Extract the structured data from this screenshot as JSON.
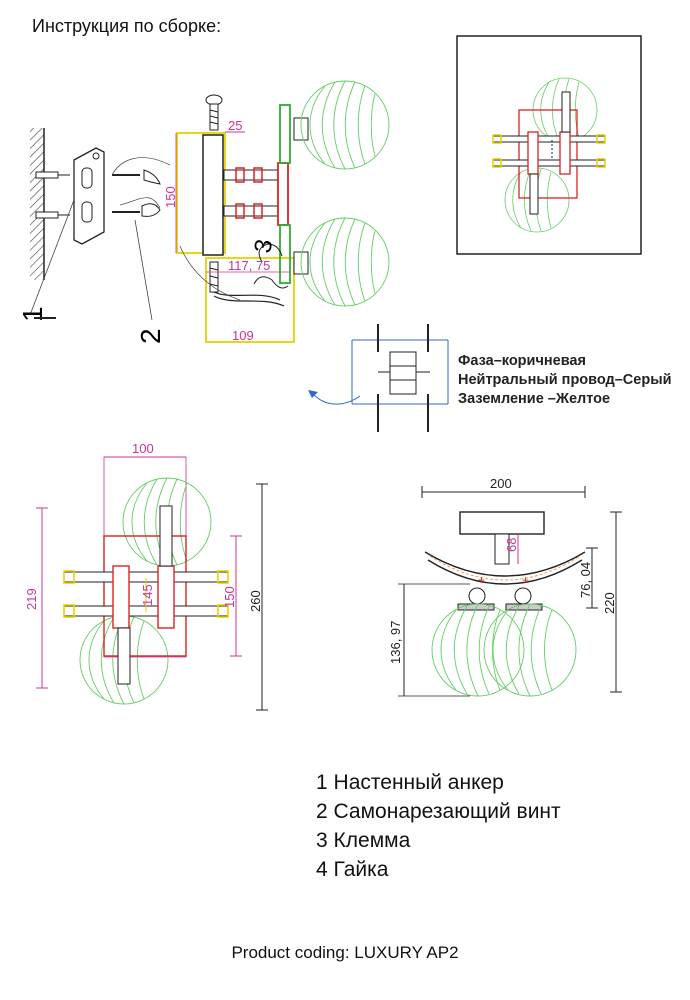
{
  "title": "Инструкция по сборке:",
  "parts": [
    {
      "num": "1",
      "label": "Настенный анкер"
    },
    {
      "num": "2",
      "label": "Самонарезающий винт"
    },
    {
      "num": "3",
      "label": "Клемма"
    },
    {
      "num": "4",
      "label": "Гайка"
    }
  ],
  "wiring": {
    "phase": "Фаза–коричневая",
    "neutral": "Нейтральный провод–Серый",
    "ground": "Заземление –Желтое"
  },
  "product_coding": "Product coding: LUXURY AP2",
  "callouts": {
    "one": "1",
    "two": "2",
    "three": "3"
  },
  "dimensions": {
    "side_top": "25",
    "side_height": "150",
    "side_reach": "117, 75",
    "side_bottom": "109",
    "front_width": "100",
    "front_left": "219",
    "front_center": "145",
    "front_right": "150",
    "front_total": "260",
    "bottom_width": "200",
    "bottom_stem": "68",
    "bottom_arc": "76, 04",
    "bottom_drop": "136, 97",
    "bottom_total": "220"
  },
  "colors": {
    "dimension_magenta": "#cc3399",
    "bracket_yellow": "#e6d200",
    "glass_green": "#66cc66",
    "plate_red": "#dd2222",
    "wire_blue": "#3366cc"
  }
}
